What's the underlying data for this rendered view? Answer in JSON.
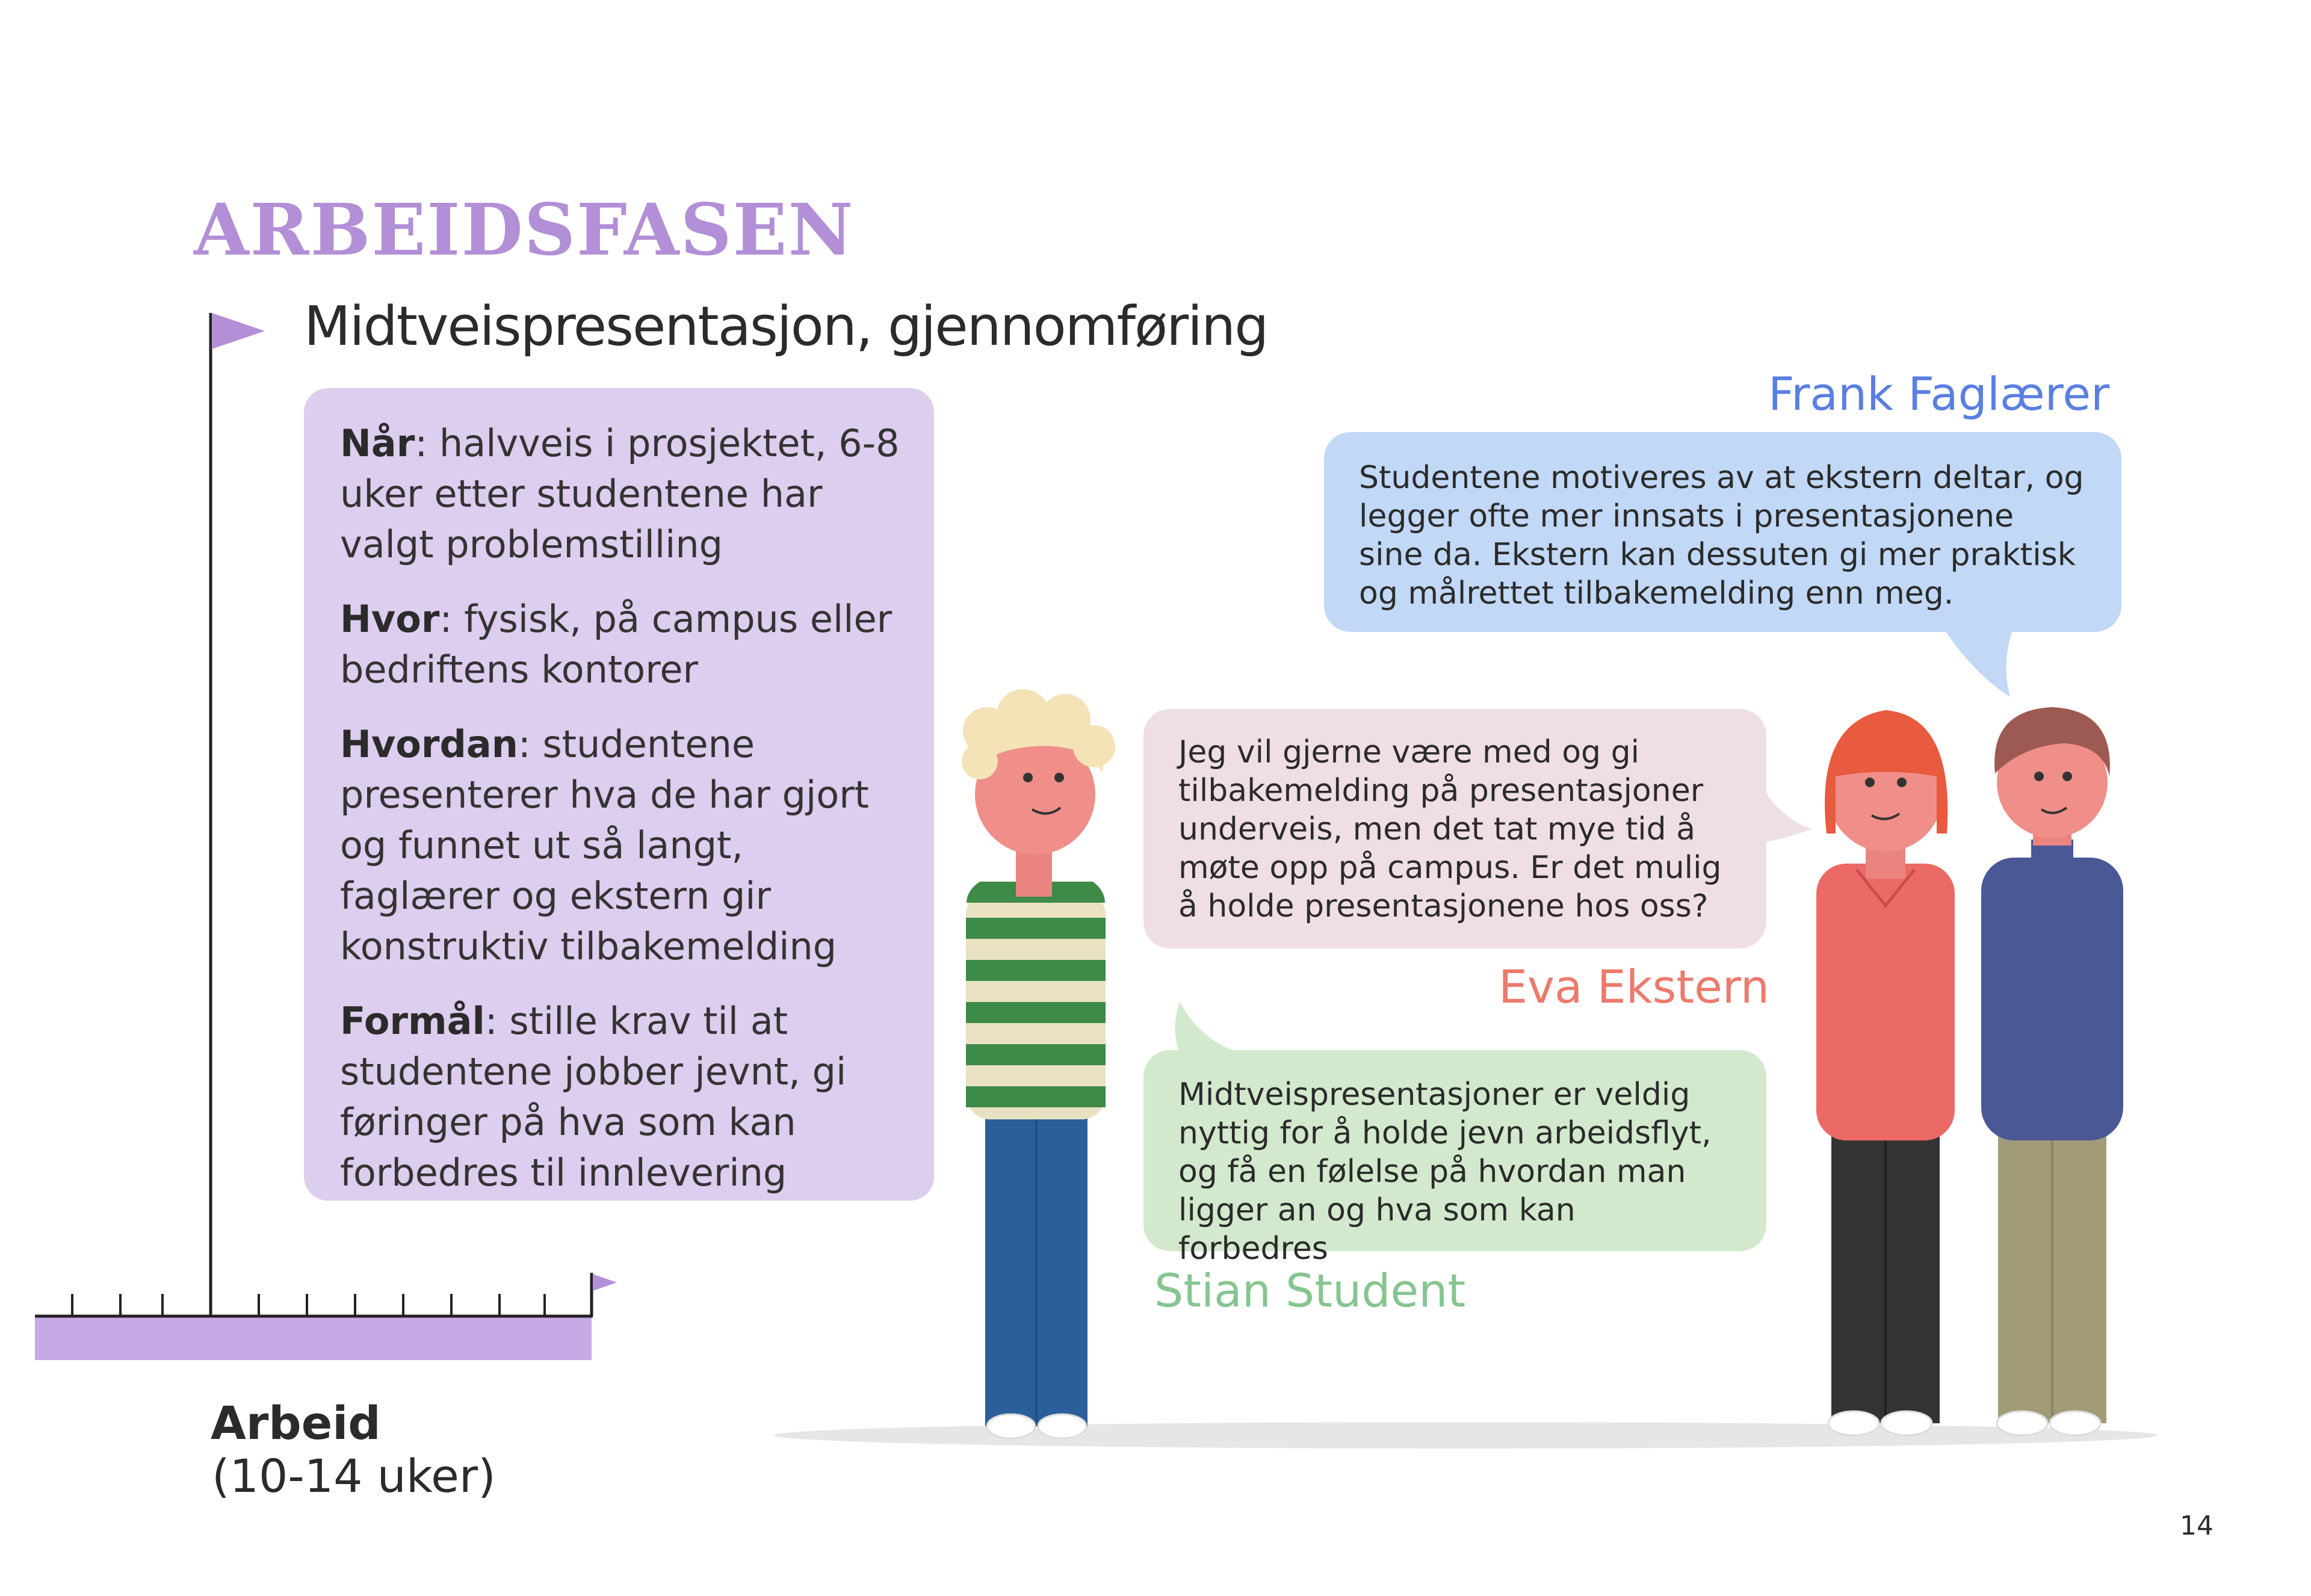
{
  "page": {
    "title": "ARBEIDSFASEN",
    "subtitle": "Midtveispresentasjon, gjennomføring",
    "page_number": "14"
  },
  "info": {
    "when_label": "Når",
    "when_text": ": halvveis i prosjektet, 6-8 uker etter studentene har valgt problemstilling",
    "where_label": "Hvor",
    "where_text": ":  fysisk, på campus eller bedriftens kontorer",
    "how_label": "Hvordan",
    "how_text": ":  studentene presenterer hva de har gjort og funnet ut så langt, faglærer og ekstern gir konstruktiv tilbakemelding",
    "purpose_label": "Formål",
    "purpose_text": ":  stille krav til at studentene jobber jevnt, gi føringer på hva som kan forbedres til innlevering"
  },
  "timeline": {
    "label": "Arbeid",
    "duration": "(10-14 uker)"
  },
  "characters": {
    "frank": {
      "name": "Frank Faglærer",
      "quote": "Studentene motiveres av at ekstern deltar, og legger ofte mer innsats i presentasjonene sine da. Ekstern kan dessuten gi mer praktisk og målrettet tilbakemelding enn meg."
    },
    "eva": {
      "name": "Eva Ekstern",
      "quote": "Jeg vil gjerne være med og gi tilbakemelding på presentasjoner underveis, men det tat mye tid å møte opp på campus. Er det mulig å holde presentasjonene hos oss?"
    },
    "stian": {
      "name": "Stian Student",
      "quote": "Midtveispresentasjoner er veldig nyttig for å holde jevn arbeidsflyt, og få en følelse på hvordan man ligger an og hva som kan forbedres"
    }
  },
  "colors": {
    "title_purple": "#b28fd6",
    "info_box": "#ddcdee",
    "frank_blue": "#5a7fe2",
    "eva_red": "#ec7a6c",
    "stian_green": "#86c590"
  }
}
